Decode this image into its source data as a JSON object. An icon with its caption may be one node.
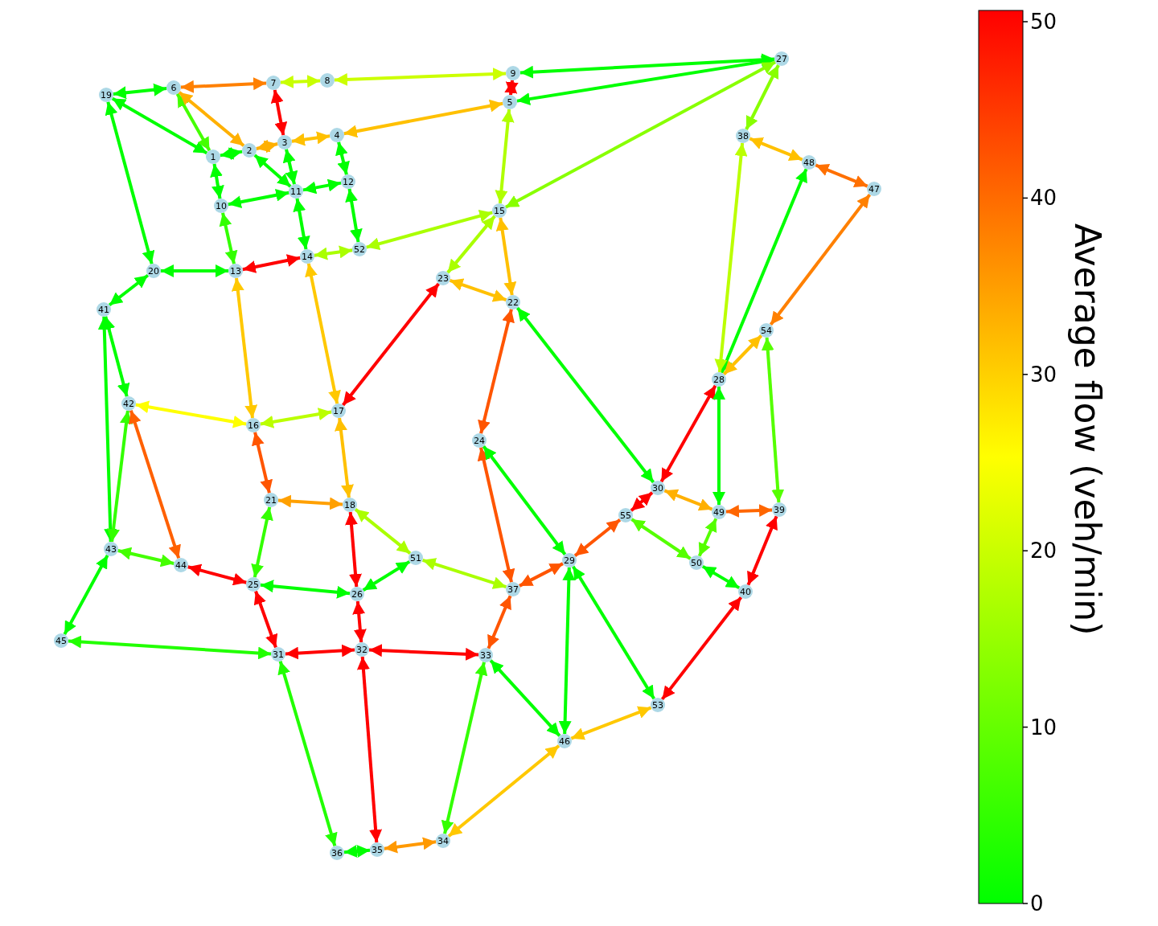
{
  "diagram": {
    "nodes": [
      {
        "text": [
          "1"
        ]
      },
      {
        "text": [
          "2"
        ]
      },
      {
        "text": [
          "3"
        ]
      },
      {
        "text": [
          "4"
        ]
      },
      {
        "text": [
          "5"
        ]
      },
      {
        "text": [
          "6"
        ]
      },
      {
        "text": [
          "7"
        ]
      },
      {
        "text": [
          "8"
        ]
      },
      {
        "text": [
          "9"
        ]
      },
      {
        "text": [
          "10"
        ]
      },
      {
        "text": [
          "11"
        ]
      },
      {
        "text": [
          "12"
        ]
      },
      {
        "text": [
          "13"
        ]
      },
      {
        "text": [
          "14"
        ]
      },
      {
        "text": [
          "15"
        ]
      },
      {
        "text": [
          "16"
        ]
      },
      {
        "text": [
          "17"
        ]
      },
      {
        "text": [
          "18"
        ]
      },
      {
        "text": [
          "19"
        ]
      },
      {
        "text": [
          "20"
        ]
      },
      {
        "text": [
          "21"
        ]
      },
      {
        "text": [
          "22"
        ]
      },
      {
        "text": [
          "23"
        ]
      },
      {
        "text": [
          "24"
        ]
      },
      {
        "text": [
          "25"
        ]
      },
      {
        "text": [
          "26"
        ]
      },
      {
        "text": [
          "27"
        ]
      },
      {
        "text": [
          "28"
        ]
      },
      {
        "text": [
          "29"
        ]
      },
      {
        "text": [
          "30"
        ]
      },
      {
        "text": [
          "31"
        ]
      },
      {
        "text": [
          "32"
        ]
      },
      {
        "text": [
          "33"
        ]
      },
      {
        "text": [
          "34"
        ]
      },
      {
        "text": [
          "35"
        ]
      },
      {
        "text": [
          "36"
        ]
      },
      {
        "text": [
          "37"
        ]
      },
      {
        "text": [
          "38"
        ]
      },
      {
        "text": [
          "39"
        ]
      },
      {
        "text": [
          "40"
        ]
      },
      {
        "text": [
          "41"
        ]
      },
      {
        "text": [
          "42"
        ]
      },
      {
        "text": [
          "43"
        ]
      },
      {
        "text": [
          "44"
        ]
      },
      {
        "text": [
          "45"
        ]
      },
      {
        "text": [
          "46"
        ]
      },
      {
        "text": [
          "47"
        ]
      },
      {
        "text": [
          "48"
        ]
      },
      {
        "text": [
          "49"
        ]
      },
      {
        "text": [
          "50"
        ]
      },
      {
        "text": [
          "51"
        ]
      },
      {
        "text": [
          "52"
        ]
      },
      {
        "text": [
          "53"
        ]
      },
      {
        "text": [
          "54"
        ]
      },
      {
        "text": [
          "55"
        ]
      }
    ],
    "edges": [
      {
        "from": 5,
        "to": 18,
        "arrow": "both",
        "color": "#00ff00"
      },
      {
        "from": 5,
        "to": 6,
        "arrow": "both",
        "color": "#ff8000"
      },
      {
        "from": 6,
        "to": 7,
        "arrow": "both",
        "color": "#c8ff00"
      },
      {
        "from": 7,
        "to": 8,
        "arrow": "both",
        "color": "#ccff00"
      },
      {
        "from": 8,
        "to": 26,
        "arrow": "both",
        "color": "#00ff00"
      },
      {
        "from": 4,
        "to": 26,
        "arrow": "both",
        "color": "#00ff00"
      },
      {
        "from": 8,
        "to": 4,
        "arrow": "both",
        "color": "#ff0000"
      },
      {
        "from": 18,
        "to": 0,
        "arrow": "both",
        "color": "#00ff00"
      },
      {
        "from": 18,
        "to": 19,
        "arrow": "both",
        "color": "#00ff00"
      },
      {
        "from": 5,
        "to": 0,
        "arrow": "both",
        "color": "#44ff00"
      },
      {
        "from": 5,
        "to": 1,
        "arrow": "both",
        "color": "#ffb000"
      },
      {
        "from": 6,
        "to": 2,
        "arrow": "both",
        "color": "#ff0000"
      },
      {
        "from": 0,
        "to": 1,
        "arrow": "both",
        "color": "#00ff00"
      },
      {
        "from": 1,
        "to": 2,
        "arrow": "both",
        "color": "#ffb000"
      },
      {
        "from": 2,
        "to": 3,
        "arrow": "both",
        "color": "#ffc000"
      },
      {
        "from": 3,
        "to": 4,
        "arrow": "both",
        "color": "#ffc000"
      },
      {
        "from": 1,
        "to": 10,
        "arrow": "both",
        "color": "#00ff00"
      },
      {
        "from": 2,
        "to": 10,
        "arrow": "both",
        "color": "#00ff00"
      },
      {
        "from": 0,
        "to": 9,
        "arrow": "both",
        "color": "#00ff00"
      },
      {
        "from": 9,
        "to": 10,
        "arrow": "both",
        "color": "#00ff00"
      },
      {
        "from": 10,
        "to": 11,
        "arrow": "both",
        "color": "#00ff00"
      },
      {
        "from": 3,
        "to": 11,
        "arrow": "both",
        "color": "#00ff00"
      },
      {
        "from": 10,
        "to": 13,
        "arrow": "both",
        "color": "#00ff00"
      },
      {
        "from": 11,
        "to": 51,
        "arrow": "both",
        "color": "#00ff00"
      },
      {
        "from": 9,
        "to": 12,
        "arrow": "both",
        "color": "#33ff00"
      },
      {
        "from": 13,
        "to": 12,
        "arrow": "both",
        "color": "#ff0000"
      },
      {
        "from": 51,
        "to": 13,
        "arrow": "both",
        "color": "#aaff00"
      },
      {
        "from": 14,
        "to": 51,
        "arrow": "both",
        "color": "#aaff00"
      },
      {
        "from": 4,
        "to": 14,
        "arrow": "both",
        "color": "#b0ff00"
      },
      {
        "from": 26,
        "to": 14,
        "arrow": "both",
        "color": "#88ff00"
      },
      {
        "from": 26,
        "to": 37,
        "arrow": "both",
        "color": "#88ff00"
      },
      {
        "from": 37,
        "to": 47,
        "arrow": "both",
        "color": "#ffc000"
      },
      {
        "from": 47,
        "to": 46,
        "arrow": "both",
        "color": "#ff7000"
      },
      {
        "from": 47,
        "to": 27,
        "arrow": "both",
        "color": "#00ff00"
      },
      {
        "from": 37,
        "to": 27,
        "arrow": "both",
        "color": "#bbff00"
      },
      {
        "from": 46,
        "to": 53,
        "arrow": "both",
        "color": "#ff8000"
      },
      {
        "from": 53,
        "to": 27,
        "arrow": "both",
        "color": "#ffc000"
      },
      {
        "from": 14,
        "to": 22,
        "arrow": "both",
        "color": "#aaff00"
      },
      {
        "from": 14,
        "to": 21,
        "arrow": "both",
        "color": "#ffc000"
      },
      {
        "from": 22,
        "to": 21,
        "arrow": "both",
        "color": "#ffc000"
      },
      {
        "from": 19,
        "to": 12,
        "arrow": "both",
        "color": "#00ff00"
      },
      {
        "from": 19,
        "to": 40,
        "arrow": "both",
        "color": "#00ff00"
      },
      {
        "from": 40,
        "to": 41,
        "arrow": "both",
        "color": "#00ff00"
      },
      {
        "from": 40,
        "to": 42,
        "arrow": "both",
        "color": "#00ff00"
      },
      {
        "from": 41,
        "to": 42,
        "arrow": "both",
        "color": "#33ff00"
      },
      {
        "from": 41,
        "to": 15,
        "arrow": "both",
        "color": "#ffff00"
      },
      {
        "from": 12,
        "to": 15,
        "arrow": "both",
        "color": "#ffc800"
      },
      {
        "from": 13,
        "to": 16,
        "arrow": "both",
        "color": "#ffc800"
      },
      {
        "from": 15,
        "to": 16,
        "arrow": "both",
        "color": "#bbff00"
      },
      {
        "from": 16,
        "to": 22,
        "arrow": "both",
        "color": "#ff0000"
      },
      {
        "from": 15,
        "to": 20,
        "arrow": "both",
        "color": "#ff5500"
      },
      {
        "from": 16,
        "to": 17,
        "arrow": "both",
        "color": "#ffc000"
      },
      {
        "from": 20,
        "to": 17,
        "arrow": "both",
        "color": "#ffa000"
      },
      {
        "from": 20,
        "to": 24,
        "arrow": "both",
        "color": "#33ff00"
      },
      {
        "from": 41,
        "to": 43,
        "arrow": "both",
        "color": "#ff6000"
      },
      {
        "from": 42,
        "to": 43,
        "arrow": "both",
        "color": "#44ff00"
      },
      {
        "from": 43,
        "to": 24,
        "arrow": "both",
        "color": "#ff0000"
      },
      {
        "from": 42,
        "to": 44,
        "arrow": "both",
        "color": "#00ff00"
      },
      {
        "from": 17,
        "to": 50,
        "arrow": "both",
        "color": "#aaff00"
      },
      {
        "from": 17,
        "to": 25,
        "arrow": "both",
        "color": "#ff0000"
      },
      {
        "from": 24,
        "to": 25,
        "arrow": "both",
        "color": "#00ff00"
      },
      {
        "from": 50,
        "to": 25,
        "arrow": "both",
        "color": "#00ff00"
      },
      {
        "from": 50,
        "to": 36,
        "arrow": "both",
        "color": "#aaff00"
      },
      {
        "from": 24,
        "to": 30,
        "arrow": "both",
        "color": "#ff0000"
      },
      {
        "from": 25,
        "to": 31,
        "arrow": "both",
        "color": "#ff0000"
      },
      {
        "from": 30,
        "to": 44,
        "arrow": "both",
        "color": "#22ff00"
      },
      {
        "from": 30,
        "to": 31,
        "arrow": "both",
        "color": "#ff0000"
      },
      {
        "from": 32,
        "to": 31,
        "arrow": "both",
        "color": "#ff0000"
      },
      {
        "from": 30,
        "to": 35,
        "arrow": "both",
        "color": "#22ff00"
      },
      {
        "from": 34,
        "to": 31,
        "arrow": "both",
        "color": "#ff0000"
      },
      {
        "from": 35,
        "to": 34,
        "arrow": "both",
        "color": "#00ff00"
      },
      {
        "from": 34,
        "to": 33,
        "arrow": "both",
        "color": "#ff9900"
      },
      {
        "from": 32,
        "to": 33,
        "arrow": "both",
        "color": "#33ff00"
      },
      {
        "from": 33,
        "to": 45,
        "arrow": "both",
        "color": "#ffc800"
      },
      {
        "from": 32,
        "to": 45,
        "arrow": "both",
        "color": "#00ff00"
      },
      {
        "from": 36,
        "to": 32,
        "arrow": "both",
        "color": "#ff5500"
      },
      {
        "from": 23,
        "to": 36,
        "arrow": "both",
        "color": "#ff5500"
      },
      {
        "from": 23,
        "to": 21,
        "arrow": "both",
        "color": "#ff5500"
      },
      {
        "from": 23,
        "to": 28,
        "arrow": "both",
        "color": "#00ff00"
      },
      {
        "from": 21,
        "to": 29,
        "arrow": "both",
        "color": "#00ff00"
      },
      {
        "from": 36,
        "to": 28,
        "arrow": "both",
        "color": "#ff5500"
      },
      {
        "from": 28,
        "to": 45,
        "arrow": "both",
        "color": "#00ff00"
      },
      {
        "from": 28,
        "to": 52,
        "arrow": "both",
        "color": "#00ff00"
      },
      {
        "from": 45,
        "to": 52,
        "arrow": "both",
        "color": "#ffc800"
      },
      {
        "from": 28,
        "to": 54,
        "arrow": "both",
        "color": "#ff5500"
      },
      {
        "from": 54,
        "to": 29,
        "arrow": "both",
        "color": "#ff0000"
      },
      {
        "from": 27,
        "to": 29,
        "arrow": "both",
        "color": "#ff0000"
      },
      {
        "from": 27,
        "to": 48,
        "arrow": "both",
        "color": "#00ff00"
      },
      {
        "from": 48,
        "to": 29,
        "arrow": "both",
        "color": "#ffb000"
      },
      {
        "from": 53,
        "to": 38,
        "arrow": "both",
        "color": "#55ff00"
      },
      {
        "from": 38,
        "to": 48,
        "arrow": "both",
        "color": "#ff6600"
      },
      {
        "from": 54,
        "to": 49,
        "arrow": "both",
        "color": "#55ff00"
      },
      {
        "from": 48,
        "to": 49,
        "arrow": "both",
        "color": "#55ff00"
      },
      {
        "from": 49,
        "to": 39,
        "arrow": "both",
        "color": "#00ff00"
      },
      {
        "from": 38,
        "to": 39,
        "arrow": "both",
        "color": "#ff0000"
      },
      {
        "from": 39,
        "to": 52,
        "arrow": "both",
        "color": "#ff0000"
      }
    ],
    "labels": [
      "50",
      "40",
      "30",
      "20",
      "10",
      "0",
      "Average flow (veh/min)"
    ]
  }
}
